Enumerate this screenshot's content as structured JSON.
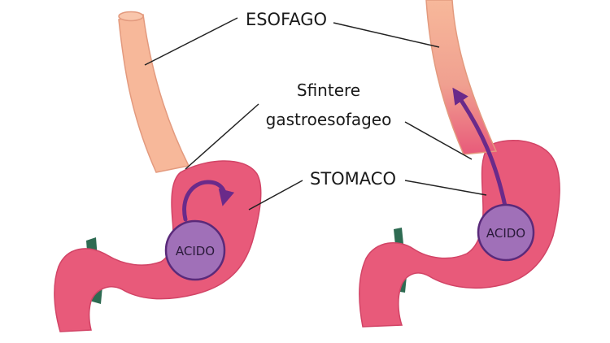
{
  "labels": {
    "esophagus": "ESOFAGO",
    "sphincter_line1": "Sfintere",
    "sphincter_line2": "gastroesofageo",
    "stomach": "STOMACO"
  },
  "stomachs": [
    {
      "id": "normal",
      "acid_label": "ACIDO"
    },
    {
      "id": "reflux",
      "acid_label": "ACIDO"
    }
  ],
  "colors": {
    "esophagus": "#f7b89a",
    "esophagus_outline": "#e39a7e",
    "stomach": "#e85a7a",
    "stomach_outline": "#d24466",
    "acid": "#a070b8",
    "acid_outline": "#5a2a7a",
    "arrow": "#6a2a8a",
    "ligament": "#2e6b52",
    "leader_line": "#222222"
  }
}
